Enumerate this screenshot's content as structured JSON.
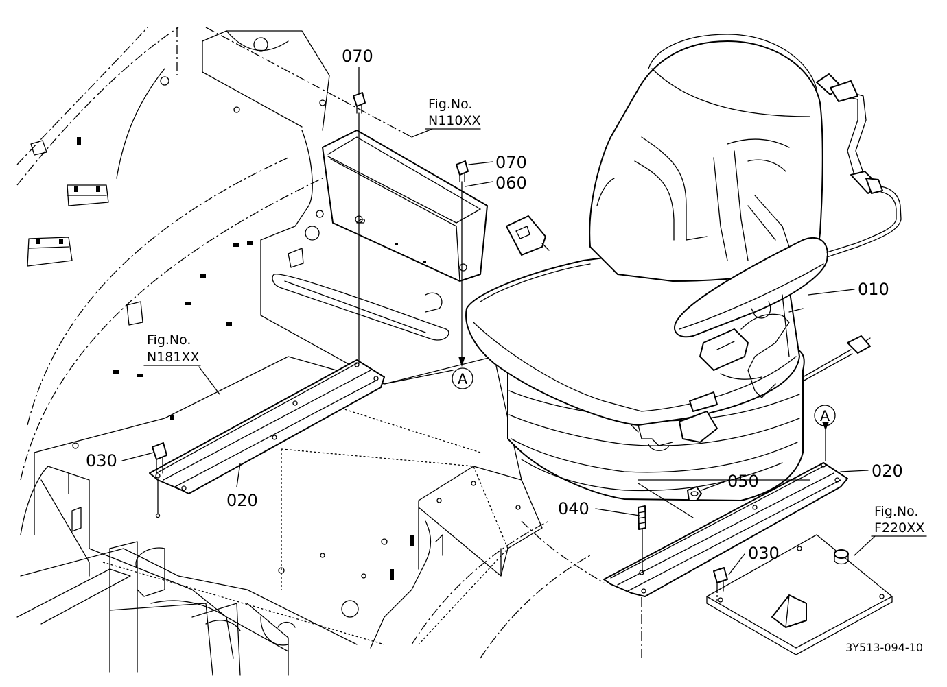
{
  "parts": {
    "p010": "010",
    "p020_left": "020",
    "p020_right": "020",
    "p030_left": "030",
    "p030_right": "030",
    "p040": "040",
    "p050": "050",
    "p060": "060",
    "p070_top": "070",
    "p070_right": "070"
  },
  "figure_refs": {
    "n110": {
      "prefix": "Fig.No.",
      "code": "N110XX"
    },
    "n181": {
      "prefix": "Fig.No.",
      "code": "N181XX"
    },
    "f220": {
      "prefix": "Fig.No.",
      "code": "F220XX"
    }
  },
  "view_markers": {
    "a_top": "A",
    "a_bottom": "A"
  },
  "drawing_code": "3Y513-094-10",
  "colors": {
    "line": "#000000",
    "paper": "#ffffff"
  }
}
